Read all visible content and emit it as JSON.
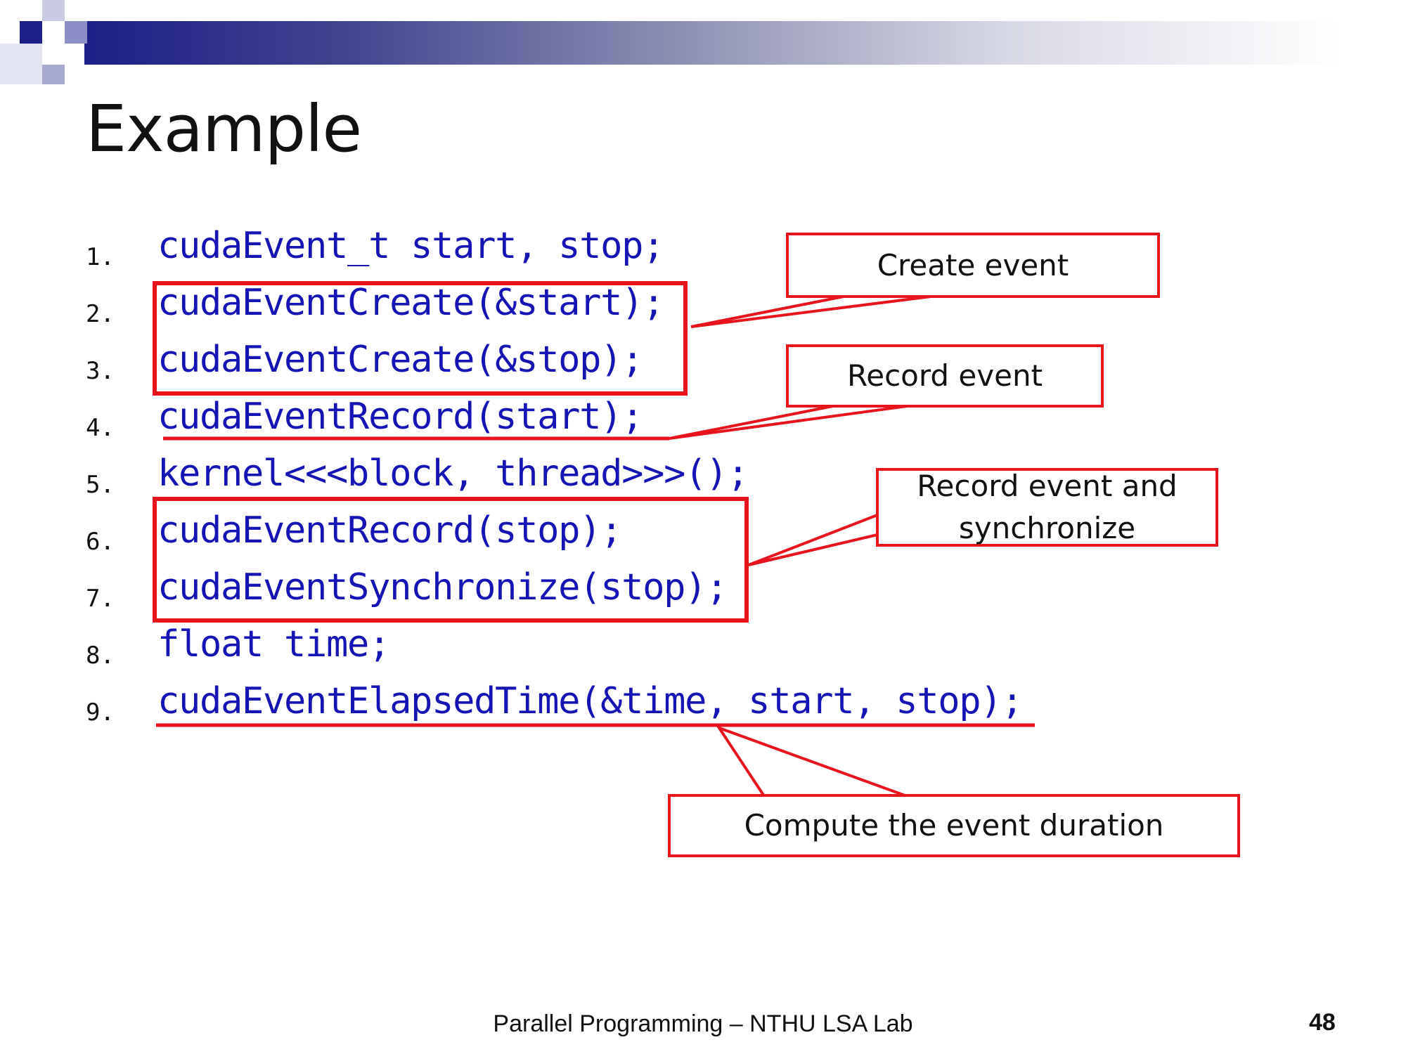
{
  "slide": {
    "title": "Example",
    "code_lines": [
      {
        "num": "1.",
        "code": "cudaEvent_t start, stop;"
      },
      {
        "num": "2.",
        "code": "cudaEventCreate(&start);"
      },
      {
        "num": "3.",
        "code": "cudaEventCreate(&stop);"
      },
      {
        "num": "4.",
        "code": "cudaEventRecord(start);"
      },
      {
        "num": "5.",
        "code": "kernel<<<block, thread>>>();"
      },
      {
        "num": "6.",
        "code": "cudaEventRecord(stop);"
      },
      {
        "num": "7.",
        "code": "cudaEventSynchronize(stop);"
      },
      {
        "num": "8.",
        "code": "float time;"
      },
      {
        "num": "9.",
        "code": "cudaEventElapsedTime(&time, start, stop);"
      }
    ],
    "callouts": {
      "create_event": "Create event",
      "record_event": "Record event",
      "record_sync_line1": "Record event and",
      "record_sync_line2": "synchronize",
      "compute_duration": "Compute the event duration"
    },
    "footer": "Parallel Programming – NTHU LSA Lab",
    "page_number": "48"
  },
  "colors": {
    "code": "#1515b5",
    "annotation": "#e8141b",
    "header_dark": "#1c1f86"
  }
}
